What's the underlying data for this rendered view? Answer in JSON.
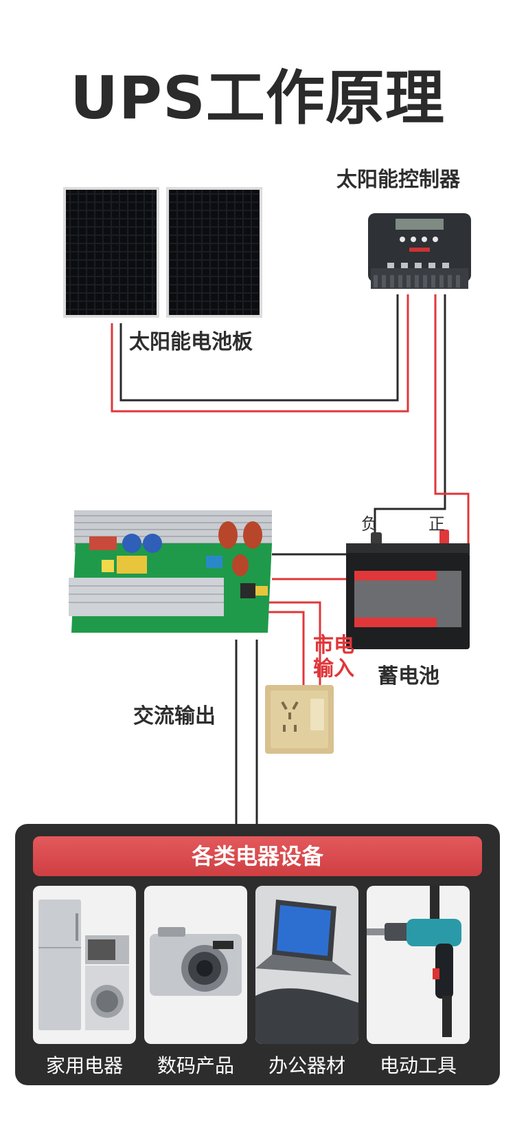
{
  "title": "UPS工作原理",
  "labels": {
    "solar_controller": "太阳能控制器",
    "solar_panel": "太阳能电池板",
    "negative": "负",
    "positive": "正",
    "mains_line1": "市电",
    "mains_line2": "输入",
    "battery": "蓄电池",
    "ac_output": "交流输出"
  },
  "devices": {
    "banner": "各类电器设备",
    "items": [
      {
        "label": "家用电器"
      },
      {
        "label": "数码产品"
      },
      {
        "label": "办公器材"
      },
      {
        "label": "电动工具"
      }
    ]
  },
  "colors": {
    "wire_red": "#e0373a",
    "wire_black": "#2a2a2a",
    "banner": "#d94649",
    "panel_bg": "#2d2d2d"
  }
}
